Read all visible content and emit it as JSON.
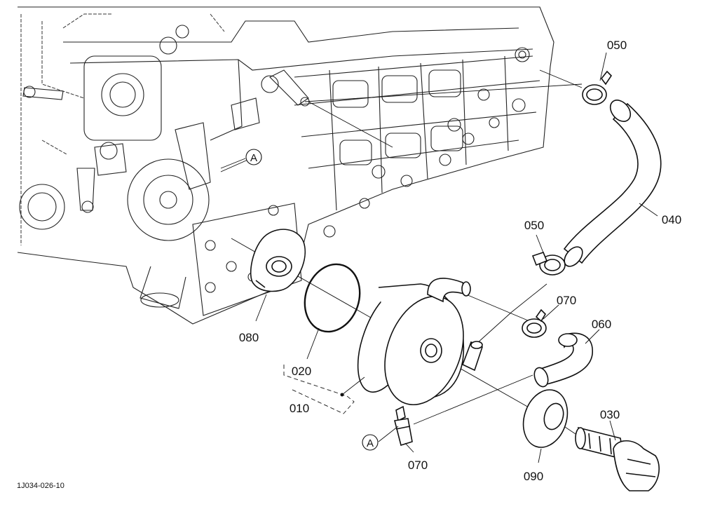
{
  "drawing_code": "1J034-026-10",
  "parts": [
    {
      "id": "p010",
      "label": "010"
    },
    {
      "id": "p020",
      "label": "020"
    },
    {
      "id": "p030",
      "label": "030"
    },
    {
      "id": "p040",
      "label": "040"
    },
    {
      "id": "p050a",
      "label": "050"
    },
    {
      "id": "p050b",
      "label": "050"
    },
    {
      "id": "p060",
      "label": "060"
    },
    {
      "id": "p070a",
      "label": "070"
    },
    {
      "id": "p070b",
      "label": "070"
    },
    {
      "id": "p080",
      "label": "080"
    },
    {
      "id": "p090",
      "label": "090"
    }
  ],
  "ref_markers": [
    {
      "id": "refA1",
      "label": "A"
    },
    {
      "id": "refA2",
      "label": "A"
    }
  ]
}
